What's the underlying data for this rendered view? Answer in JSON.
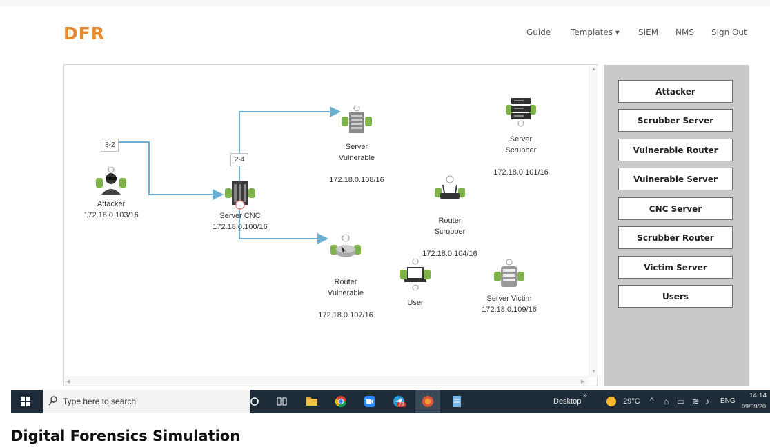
{
  "app": {
    "logo": "DFR"
  },
  "nav": {
    "items": [
      {
        "label": "Guide"
      },
      {
        "label": "Templates ▾"
      },
      {
        "label": "SIEM"
      },
      {
        "label": "NMS"
      },
      {
        "label": "Sign Out"
      }
    ]
  },
  "diagram": {
    "nodes": [
      {
        "name": "Attacker",
        "ip": "172.18.0.103/16"
      },
      {
        "name": "Server CNC",
        "ip": "172.18.0.100/16"
      },
      {
        "name": "Server\nVulnerable",
        "ip": "172.18.0.108/16"
      },
      {
        "name": "Router\nVulnerable",
        "ip": "172.18.0.107/16"
      },
      {
        "name": "Server\nScrubber",
        "ip": "172.18.0.101/16"
      },
      {
        "name": "Router\nScrubber",
        "ip": "172.18.0.104/16"
      },
      {
        "name": "User",
        "ip": ""
      },
      {
        "name": "Server Victim",
        "ip": "172.18.0.109/16"
      }
    ],
    "edge_labels": [
      "3-2",
      "2-4"
    ]
  },
  "palette": {
    "buttons": [
      {
        "label": "Attacker"
      },
      {
        "label": "Scrubber Server"
      },
      {
        "label": "Vulnerable Router"
      },
      {
        "label": "Vulnerable Server"
      },
      {
        "label": "CNC Server"
      },
      {
        "label": "Scrubber Router"
      },
      {
        "label": "Victim Server"
      },
      {
        "label": "Users"
      }
    ]
  },
  "taskbar": {
    "search_placeholder": "Type here to search",
    "desktop_label": "Desktop",
    "chevron": "»",
    "weather": "29°C",
    "language": "ENG",
    "time": "14:14",
    "date": "09/09/20",
    "badge": "78"
  },
  "caption": "Digital Forensics Simulation",
  "colors": {
    "accent": "#e58a2e",
    "edge": "#6aaed0",
    "palette_bg": "#c9c9c9",
    "taskbar": "#1e2b38"
  }
}
